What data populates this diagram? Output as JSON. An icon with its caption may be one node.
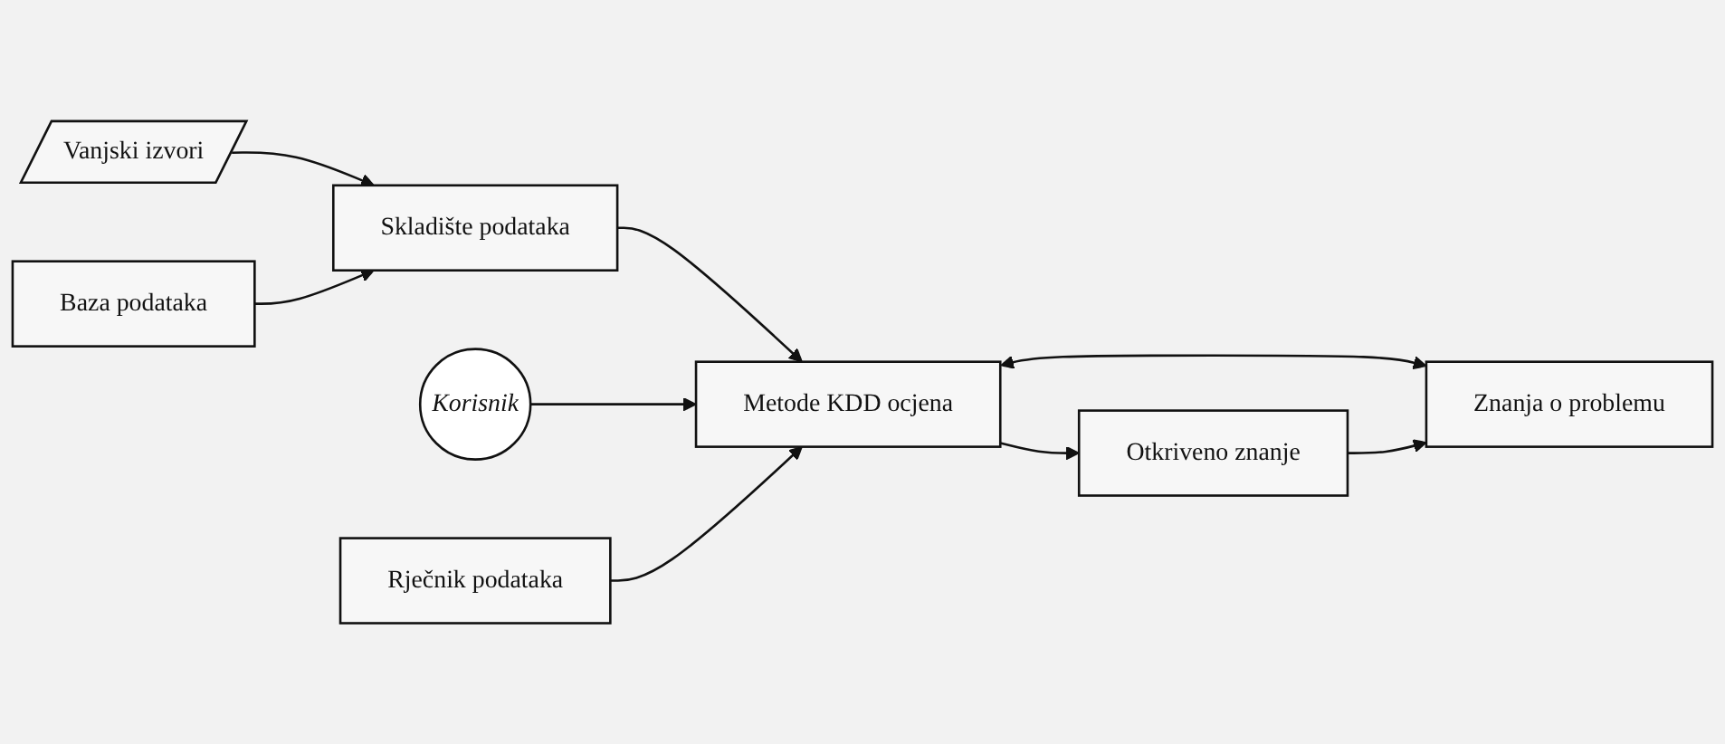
{
  "diagram": {
    "nodes": [
      {
        "text": [
          "Vanjski izvori"
        ]
      },
      {
        "text": [
          "Baza podataka"
        ]
      },
      {
        "text": [
          "Skladište podataka"
        ]
      },
      {
        "text": [
          "Korisnik"
        ]
      },
      {
        "text": [
          "Rječnik podataka"
        ]
      },
      {
        "text": [
          "Metode KDD ocjena"
        ]
      },
      {
        "text": [
          "Otkriveno znanje"
        ]
      },
      {
        "text": [
          "Znanja o problemu"
        ]
      }
    ],
    "edges": [
      {
        "from": 0,
        "to": 2,
        "arrow": "to"
      },
      {
        "from": 1,
        "to": 2,
        "arrow": "to"
      },
      {
        "from": 2,
        "to": 5,
        "arrow": "to"
      },
      {
        "from": 3,
        "to": 5,
        "arrow": "to"
      },
      {
        "from": 4,
        "to": 5,
        "arrow": "to"
      },
      {
        "from": 5,
        "to": 6,
        "arrow": "to"
      },
      {
        "from": 5,
        "to": 7,
        "arrow": "both"
      },
      {
        "from": 6,
        "to": 7,
        "arrow": "to"
      }
    ]
  }
}
